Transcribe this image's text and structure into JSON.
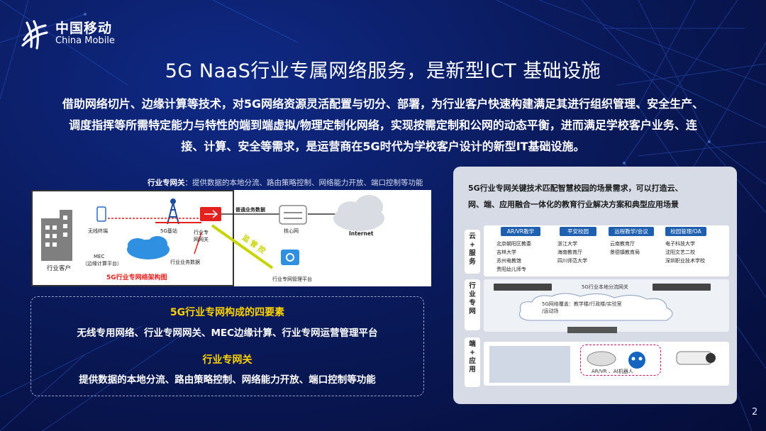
{
  "logo": {
    "cn": "中国移动",
    "en": "China Mobile"
  },
  "title": "5G NaaS行业专属网络服务，是新型ICT 基础设施",
  "description": [
    "借助网络切片、边缘计算等技术，对5G网络资源灵活配置与切分、部署，为行业客户快速构建满足其进行组织管理、安全生产、",
    "调度指挥等所需特定能力与特性的端到端虚拟/物理定制化网络，实现按需定制和公网的动态平衡，进而满足学校客户业务、连",
    "接、计算、安全等需求，是运营商在5G时代为学校客户设计的新型IT基础设施。"
  ],
  "diagram": {
    "caption_bold": "行业专网关",
    "caption_rest": "：提供数据的本地分流、路由策略控制、网络能力开放、端口控制等功能",
    "wireless_terminal": "无线终端",
    "base_station": "5G基站",
    "gateway": "行业专\n网网关",
    "mec": "MEC\n（边缘计算平台）",
    "industry_customer": "行业客户",
    "industry_data": "行业业务数据",
    "public_data": "普通业务数据",
    "core_network": "核心网",
    "internet": "Internet",
    "monitor": "监 管 控",
    "mgmt_platform": "行业专网管理平台",
    "arch_title": "5G行业专网络架构图"
  },
  "elements": {
    "title": "5G行业专网构成的四要素",
    "items": "无线专用网络、行业专网网关、MEC边缘计算、行业专网运营管理平台",
    "gw_title": "行业专网关",
    "gw_desc": "提供数据的本地分流、路由策略控制、网络能力开放、端口控制等功能"
  },
  "panel": {
    "text": [
      "5G行业专网关键技术匹配智慧校园的场景需求，可以打造云、",
      "网、端、应用融合一体化的教育行业解决方案和典型应用场景"
    ],
    "side_cloud": "云\n+\n服\n务",
    "side_net": "行\n业\n专\n网",
    "side_end": "端\n+\n应\n用",
    "tags": [
      "AR/VR教学",
      "平安校园",
      "远程教学/会议",
      "校园管理/OA"
    ],
    "col1": [
      "北京朝阳区教委",
      "吉林大学",
      "苏州电教馆",
      "贵阳幼儿师专"
    ],
    "col2": [
      "浙江大学",
      "海南教育厅",
      "四川师范大学"
    ],
    "col3": [
      "云南教育厅",
      "景德镇教育局"
    ],
    "col4": [
      "电子科技大学",
      "沈阳文艺二校",
      "深圳职业技术学校"
    ],
    "gw_label": "5G行业本地分流网关",
    "cloud_text": "5G网络覆盖：教学楼/行政楼/实验室\n/运动场",
    "arvr": "AR/VR 、AI机器人"
  },
  "page": "2",
  "colors": {
    "bg": "#0a1a5c",
    "yellow": "#ffd200",
    "red": "#e3211f",
    "tag": "#1e5fb0"
  }
}
